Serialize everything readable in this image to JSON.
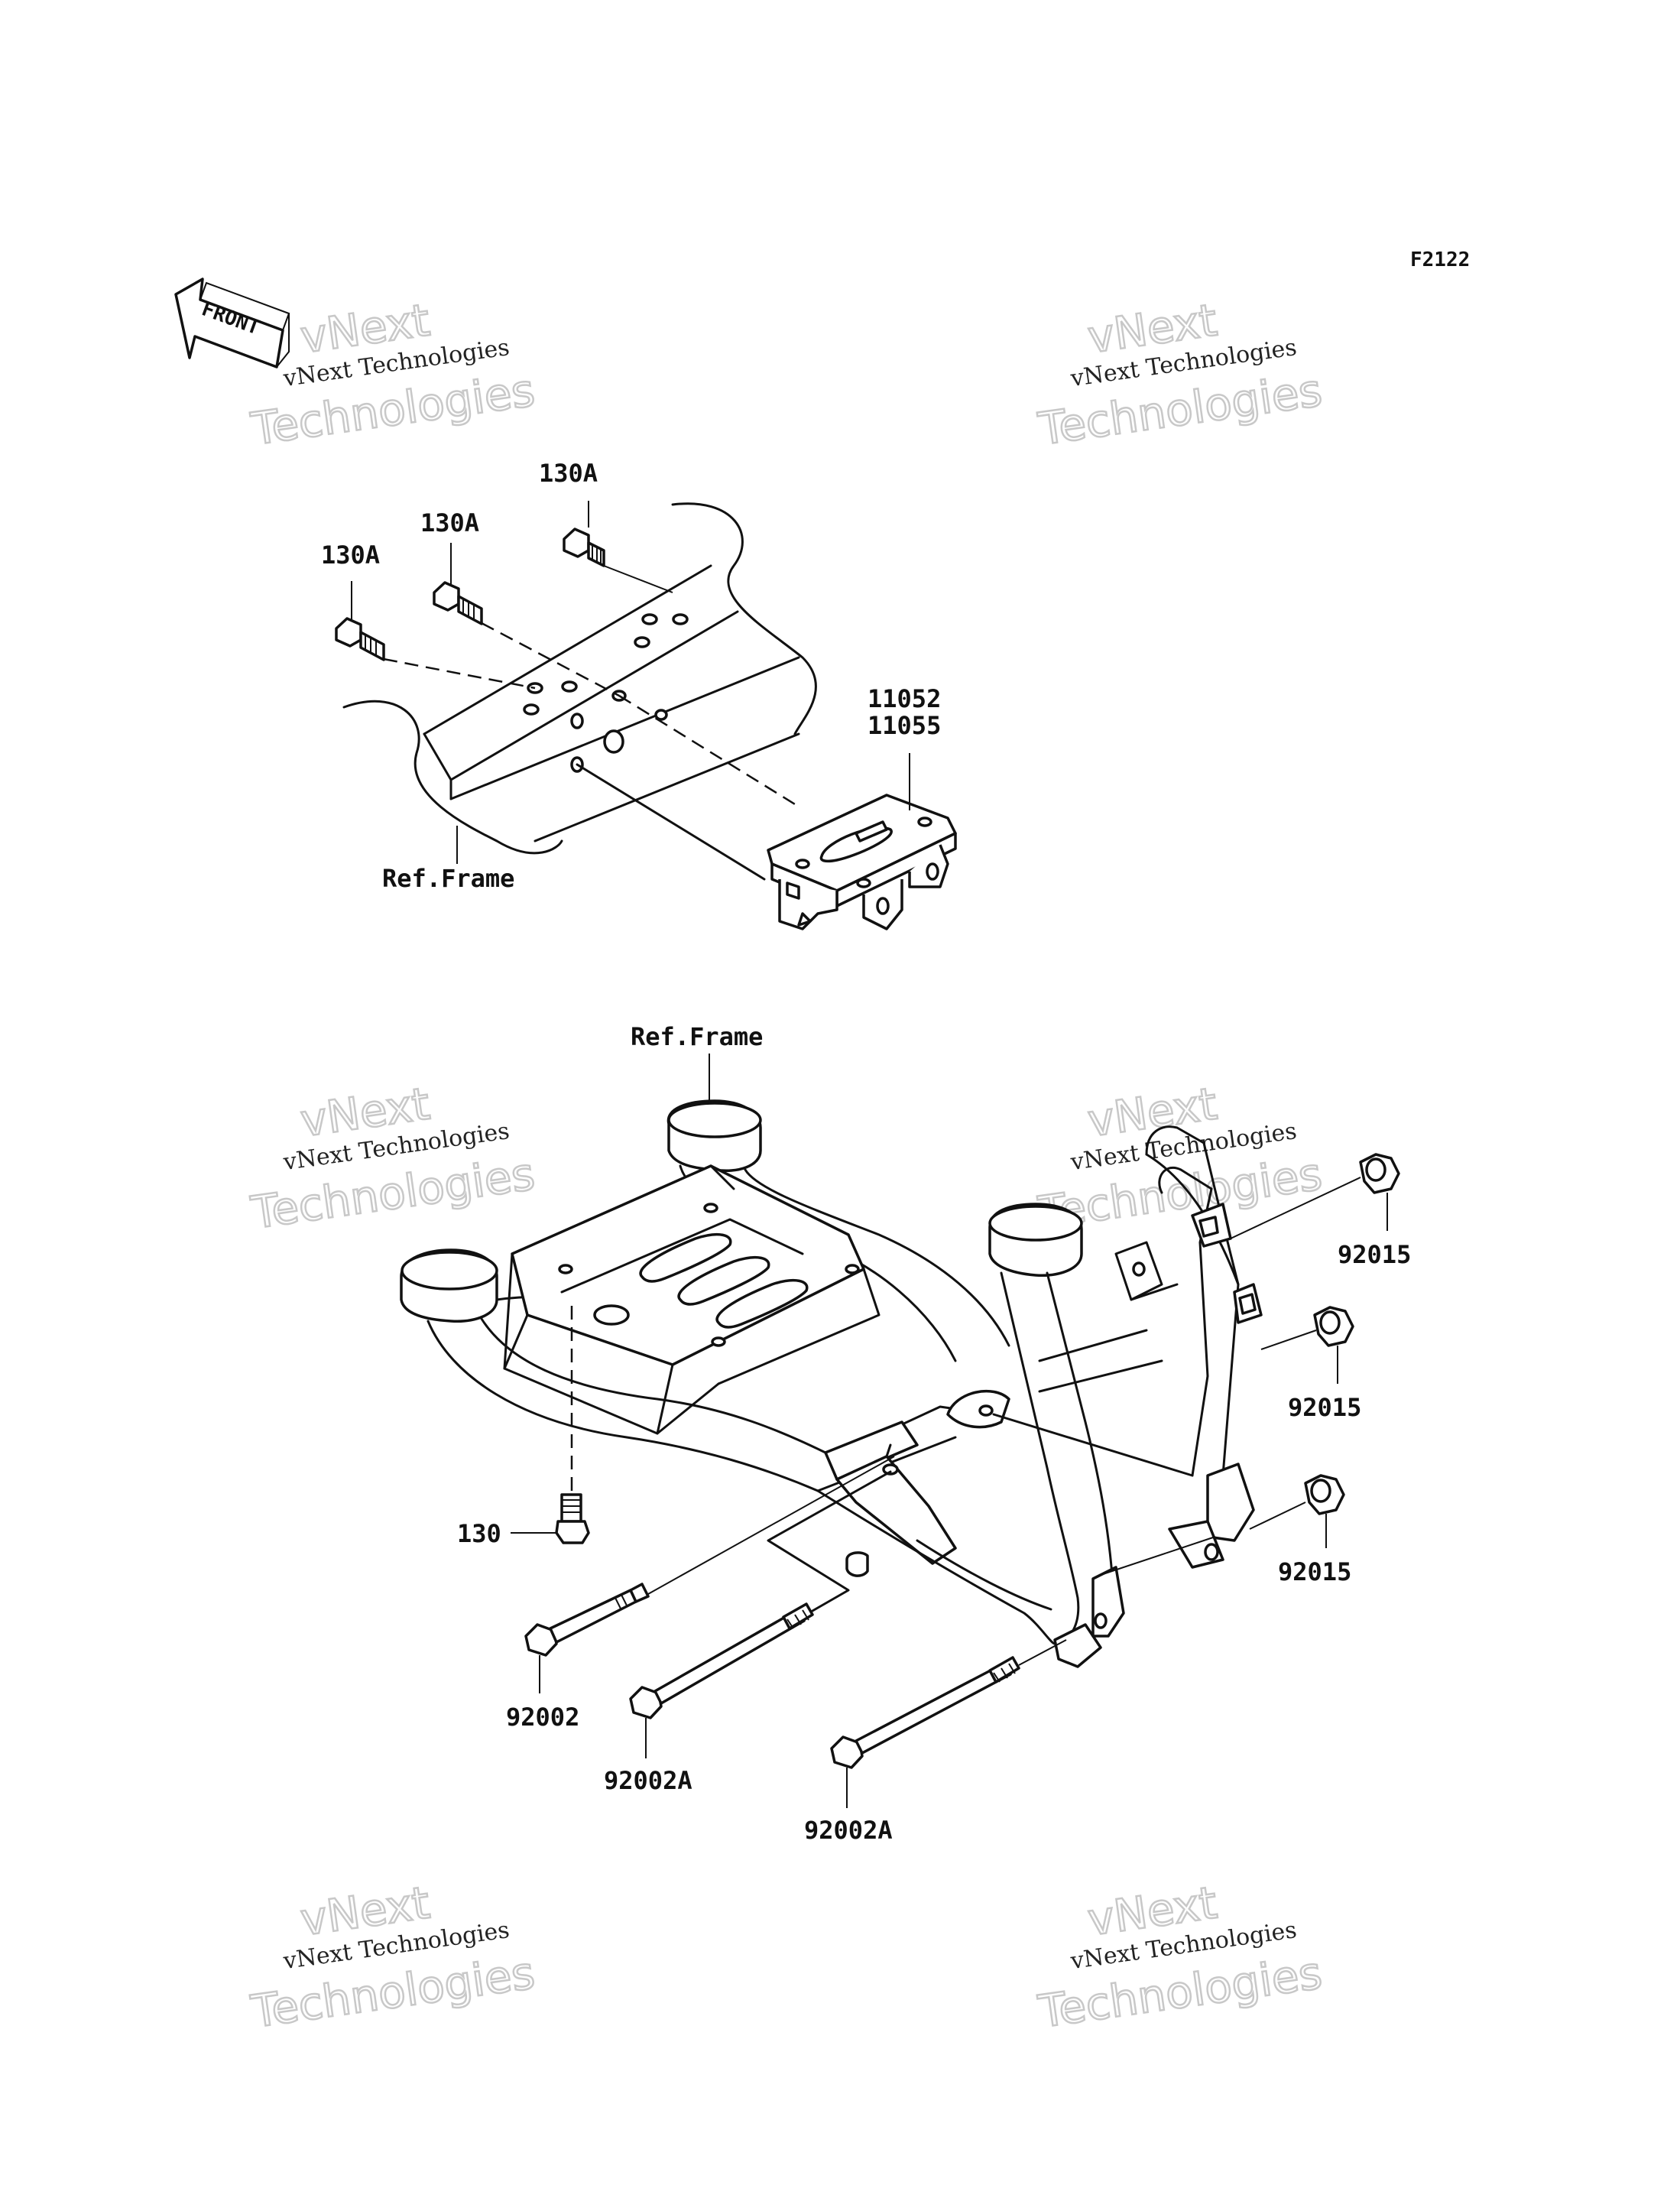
{
  "figure_code": "F2122",
  "front_arrow_label": "FRONT",
  "watermark": {
    "line1": "vNext Technologies",
    "line2": "vNext",
    "line3": "Technologies"
  },
  "callouts": {
    "bolt_130A_1": "130A",
    "bolt_130A_2": "130A",
    "bolt_130A_3": "130A",
    "bracket_11052": "11052",
    "bracket_11055": "11055",
    "ref_frame_top": "Ref.Frame",
    "ref_frame_bottom": "Ref.Frame",
    "bolt_130": "130",
    "nut_92015_1": "92015",
    "nut_92015_2": "92015",
    "nut_92015_3": "92015",
    "bolt_92002": "92002",
    "bolt_92002A_1": "92002A",
    "bolt_92002A_2": "92002A"
  }
}
